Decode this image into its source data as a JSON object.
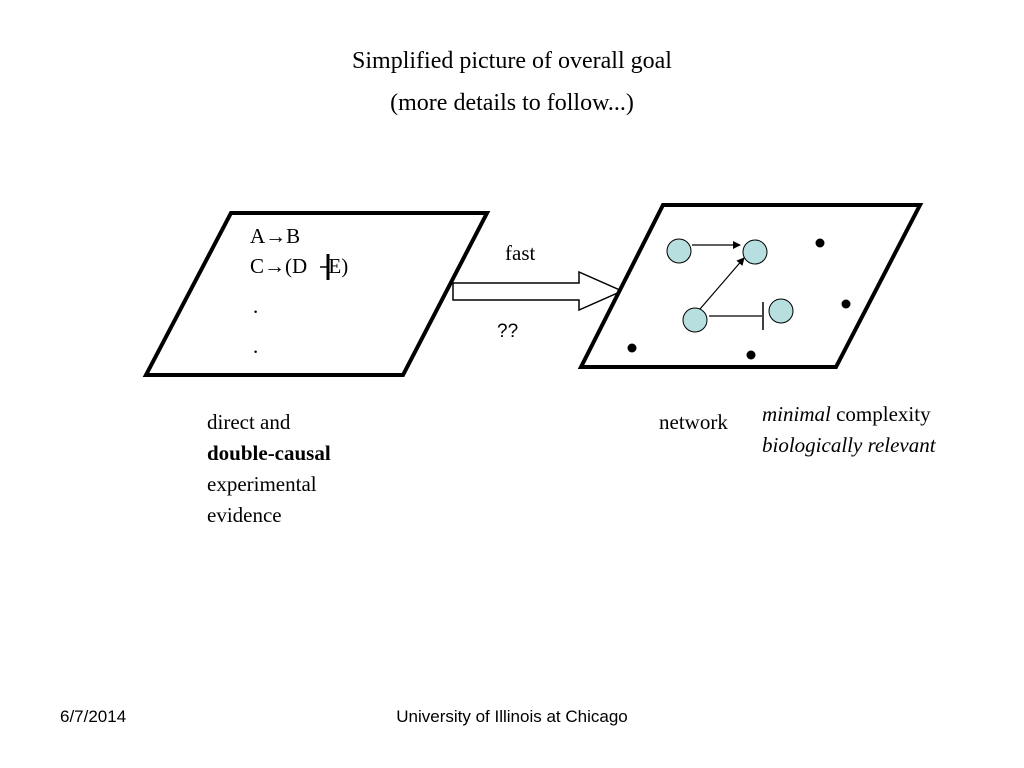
{
  "slide": {
    "title_line1": "Simplified picture of overall goal",
    "title_line2": "(more details to follow...)"
  },
  "evidence_box": {
    "line1": "A→B",
    "line2_prefix": "C→(D",
    "line2_suffix": " E)",
    "dot1": ".",
    "dot2": "."
  },
  "arrow": {
    "label_above": "fast",
    "label_below": "??"
  },
  "captions": {
    "evidence_line1": "direct and",
    "evidence_line2": "double-causal",
    "evidence_line3": "experimental",
    "evidence_line4": "evidence",
    "network": "network",
    "props_italic1": "minimal",
    "props_rest1": " complexity",
    "props_italic2": "biologically relevant"
  },
  "colors": {
    "node_fill": "#b7dfe0",
    "stroke": "#000000"
  },
  "footer": {
    "date": "6/7/2014",
    "institution": "University of Illinois at Chicago"
  }
}
